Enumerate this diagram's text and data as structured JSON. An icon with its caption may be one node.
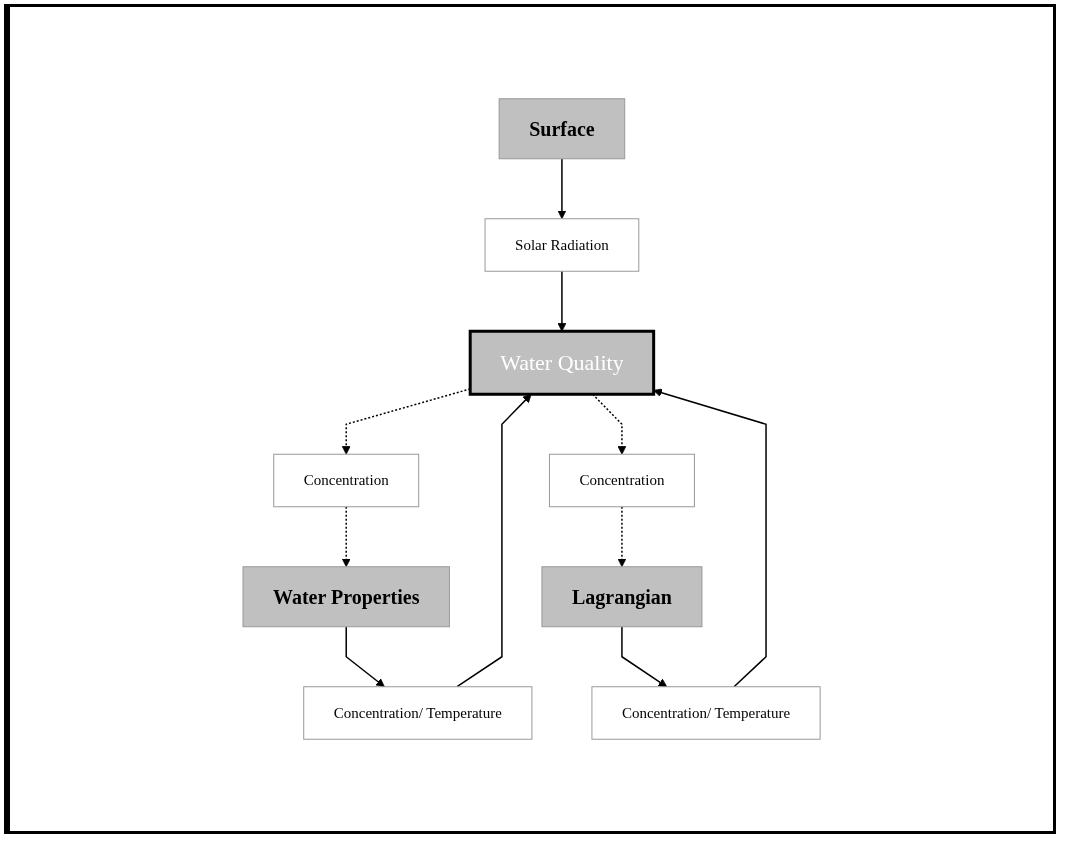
{
  "diagram": {
    "nodes": [
      {
        "text": [
          "Surface"
        ]
      },
      {
        "text": [
          "Solar Radiation"
        ]
      },
      {
        "text": [
          "Water Quality"
        ]
      },
      {
        "text": [
          "Concentration"
        ]
      },
      {
        "text": [
          "Concentration"
        ]
      },
      {
        "text": [
          "Water Properties"
        ]
      },
      {
        "text": [
          "Lagrangian"
        ]
      },
      {
        "text": [
          "Concentration/ Temperature"
        ]
      },
      {
        "text": [
          "Concentration/ Temperature"
        ]
      }
    ],
    "edges": [
      {
        "from": 0,
        "to": 1,
        "arrow": "to"
      },
      {
        "from": 1,
        "to": 2,
        "arrow": "to"
      },
      {
        "from": 2,
        "to": 3,
        "arrow": "to",
        "style": "dashed"
      },
      {
        "from": 2,
        "to": 4,
        "arrow": "to",
        "style": "dashed"
      },
      {
        "from": 3,
        "to": 5,
        "arrow": "to",
        "style": "dashed"
      },
      {
        "from": 4,
        "to": 6,
        "arrow": "to",
        "style": "dashed"
      },
      {
        "from": 5,
        "to": 7,
        "arrow": "to"
      },
      {
        "from": 6,
        "to": 8,
        "arrow": "to"
      },
      {
        "from": 7,
        "to": 2,
        "arrow": "to"
      },
      {
        "from": 8,
        "to": 2,
        "arrow": "to"
      }
    ]
  }
}
